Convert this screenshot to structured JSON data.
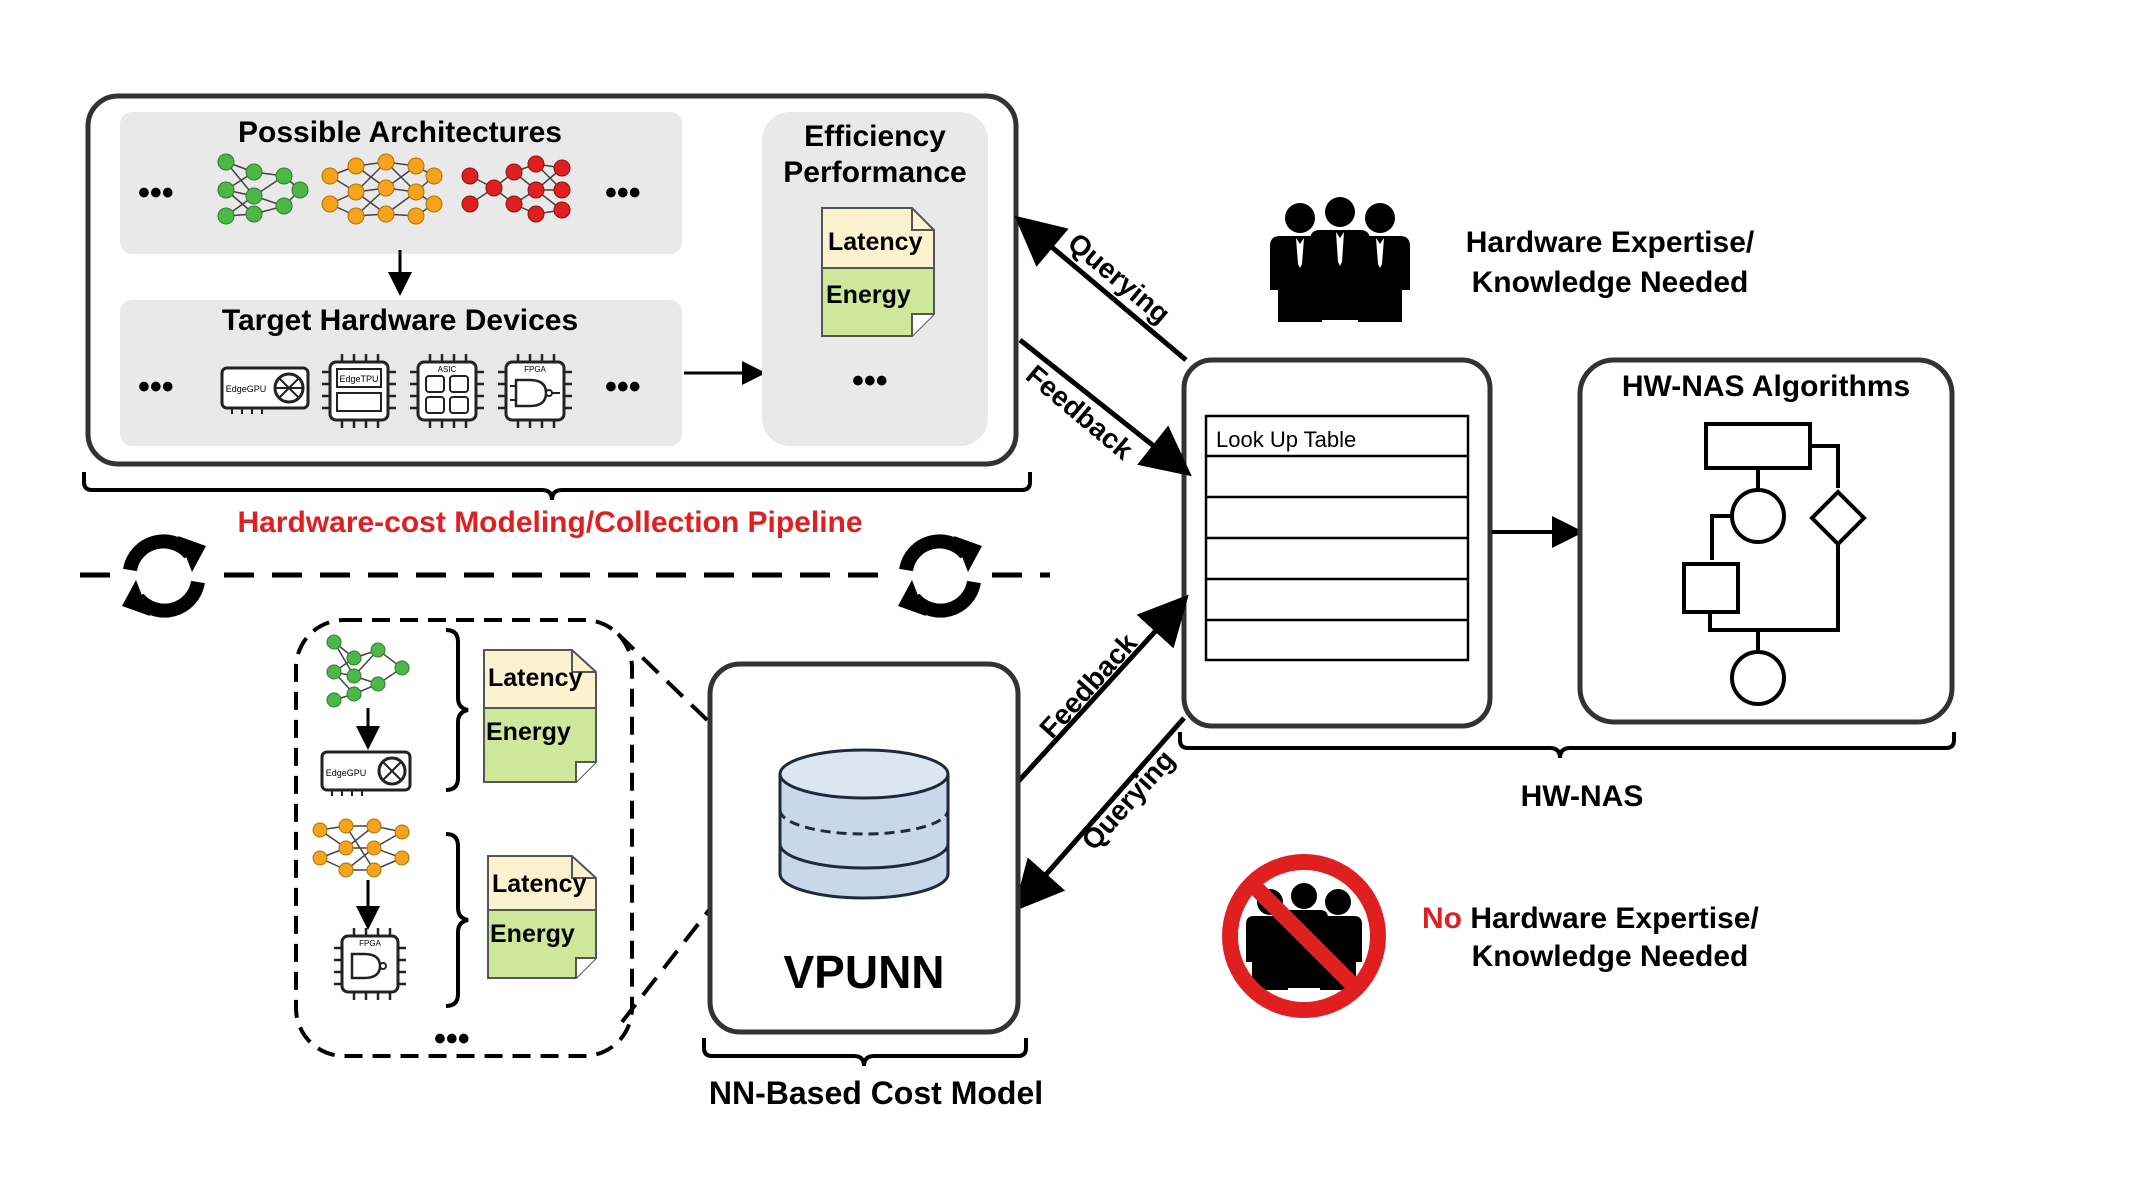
{
  "pipeline": {
    "possible_architectures_title": "Possible Architectures",
    "target_hardware_title": "Target Hardware Devices",
    "efficiency_title_line1": "Efficiency",
    "efficiency_title_line2": "Performance",
    "latency_label": "Latency",
    "energy_label": "Energy",
    "ellipsis": "•••",
    "caption": "Hardware-cost Modeling/Collection Pipeline",
    "devices": [
      {
        "name": "EdgeGPU",
        "icon": "gpu-chip-icon"
      },
      {
        "name": "EdgeTPU",
        "icon": "tpu-chip-icon"
      },
      {
        "name": "ASIC",
        "icon": "asic-chip-icon"
      },
      {
        "name": "FPGA",
        "icon": "fpga-chip-icon"
      }
    ]
  },
  "arrows": {
    "querying_top": "Querying",
    "feedback_top": "Feedback",
    "feedback_bottom": "Feedback",
    "querying_bottom": "Querying"
  },
  "hwnas": {
    "lookup_table_label": "Look Up Table",
    "algorithms_title": "HW-NAS Algorithms",
    "caption": "HW-NAS"
  },
  "expertise": {
    "needed_line1": "Hardware Expertise/",
    "needed_line2": "Knowledge Needed",
    "no_word": "No",
    "no_needed_line1": " Hardware Expertise/",
    "no_needed_line2": "Knowledge Needed"
  },
  "cost_model": {
    "db_label": "VPUNN",
    "caption": "NN-Based Cost Model",
    "detail_devices": [
      "EdgeGPU",
      "FPGA"
    ],
    "latency_label": "Latency",
    "energy_label": "Energy",
    "ellipsis": "•••"
  },
  "colors": {
    "panel_gray": "#e9e9e9",
    "note_yellow": "#fbf3cf",
    "note_green": "#cde89a",
    "node_green": "#4cb848",
    "node_orange": "#f4a41c",
    "node_red": "#e02020",
    "caption_red": "#e02020"
  }
}
